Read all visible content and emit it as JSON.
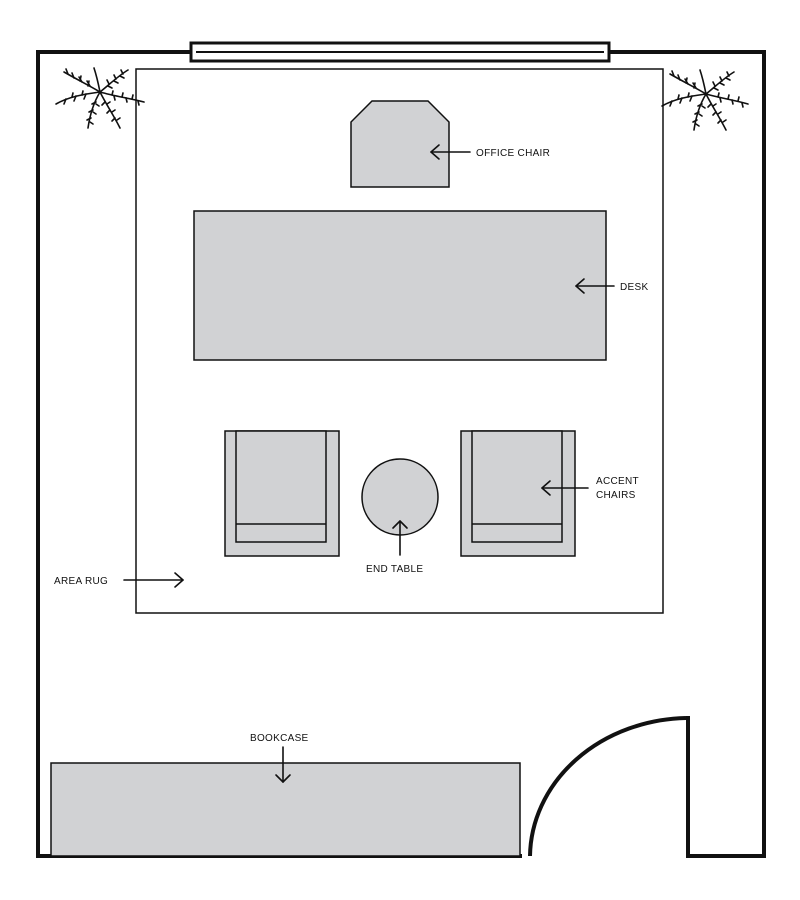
{
  "labels": {
    "office_chair": "OFFICE CHAIR",
    "desk": "DESK",
    "accent_chairs_line1": "ACCENT",
    "accent_chairs_line2": "CHAIRS",
    "end_table": "END TABLE",
    "area_rug": "AREA RUG",
    "bookcase": "BOOKCASE"
  },
  "icons": {
    "plant": "potted-plant-icon",
    "arrow": "arrow-icon"
  },
  "colors": {
    "wall": "#111111",
    "furniture_fill": "#d1d2d4",
    "background": "#ffffff"
  }
}
